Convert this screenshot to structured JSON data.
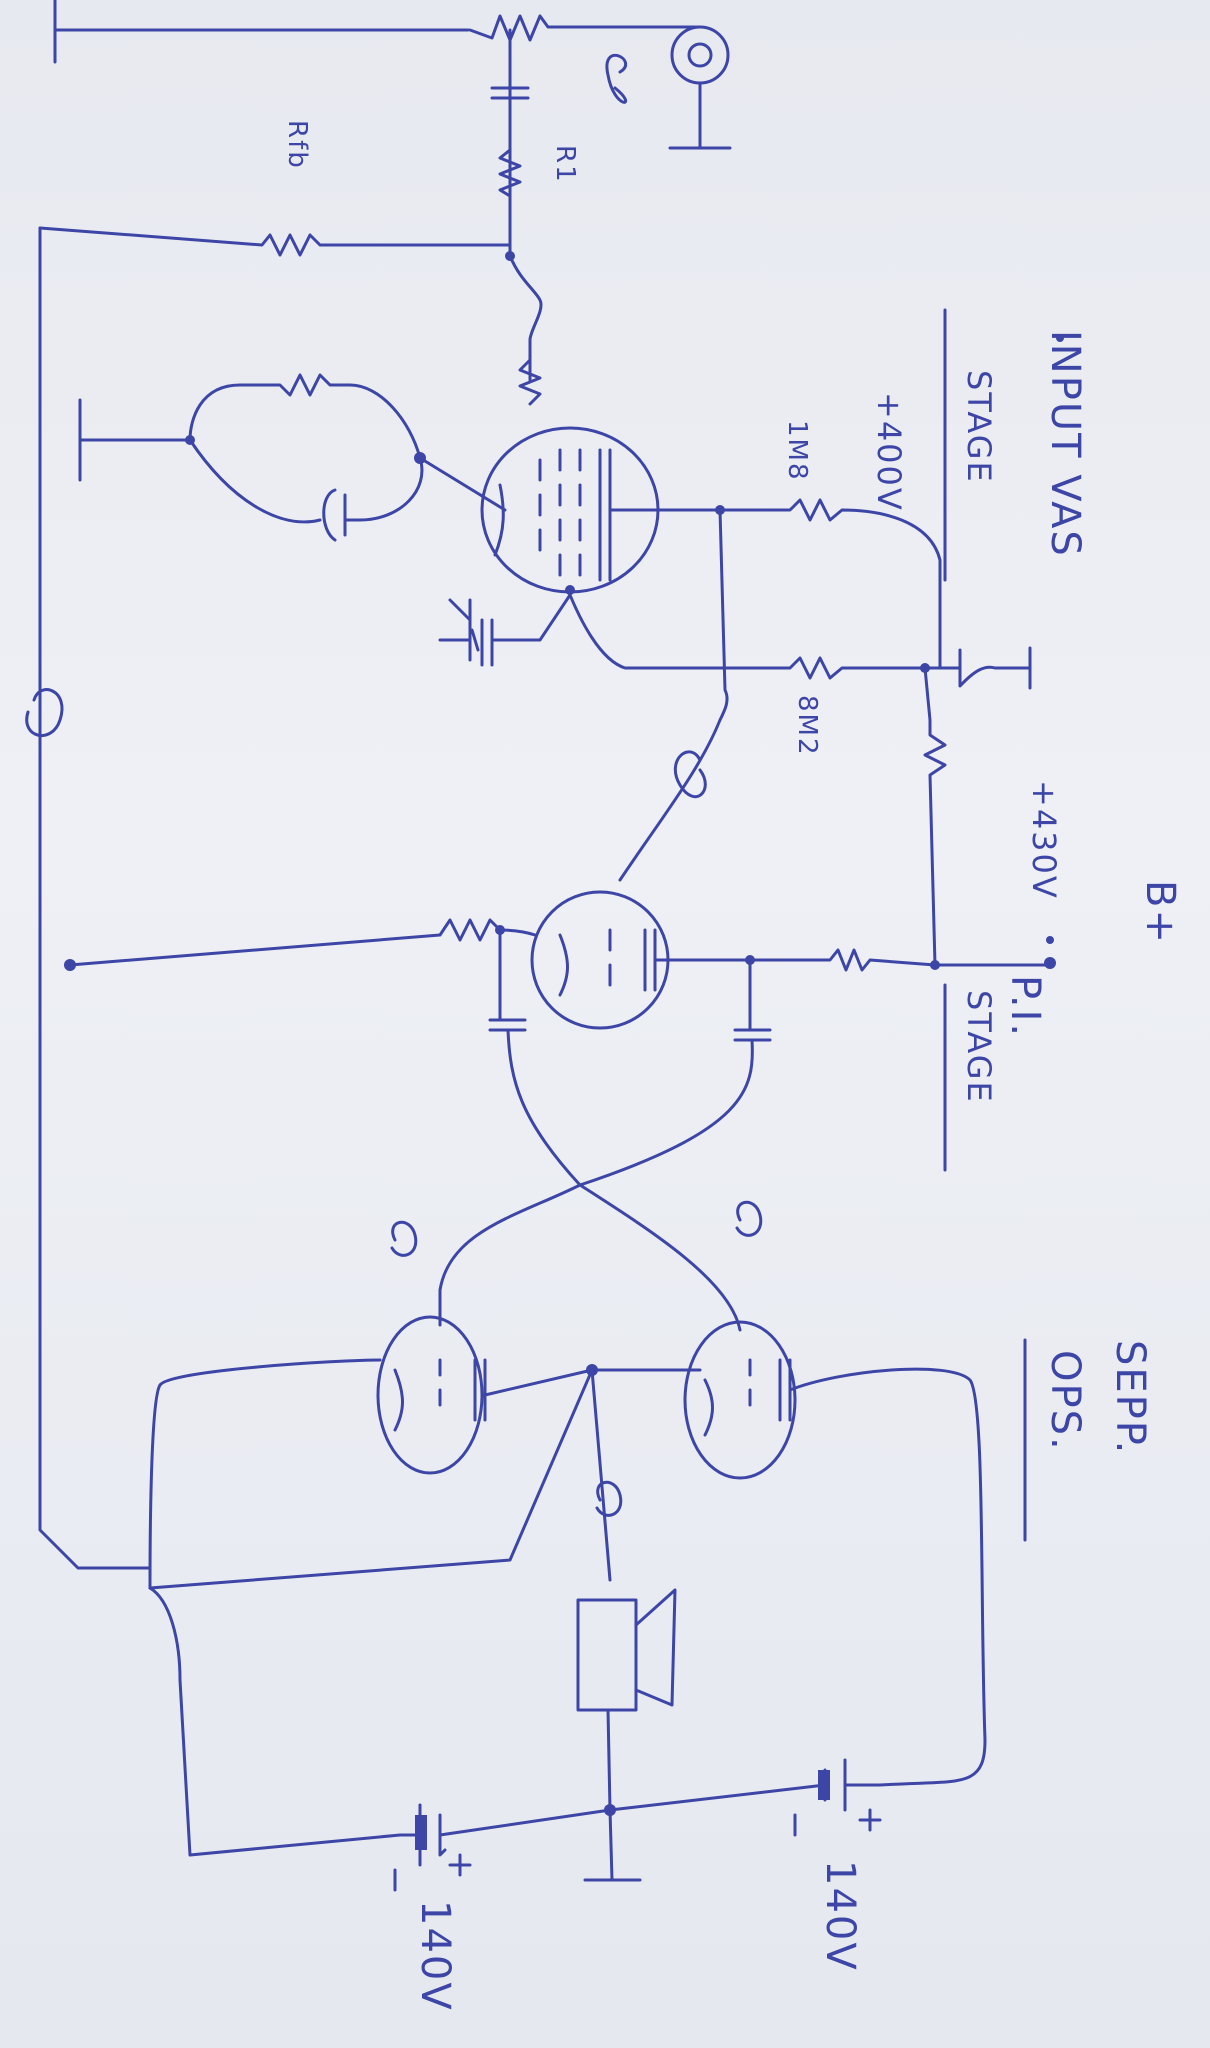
{
  "labels": {
    "input_vas": "INPUT VAS",
    "stage_1": "STAGE",
    "v400": "+400V",
    "r_1m8": "1M8",
    "r_8m2": "8M2",
    "v430": "+430V",
    "b_plus": "B+",
    "pi": "P.I.",
    "stage_2": "STAGE",
    "sepp": "SEPP.",
    "ops": "OPS.",
    "v140_a": "140V",
    "v140_b": "140V",
    "r1": "R1",
    "rfb": "Rfb"
  },
  "colors": {
    "ink": "#3d46a6",
    "paper": "#e9ebf1"
  }
}
